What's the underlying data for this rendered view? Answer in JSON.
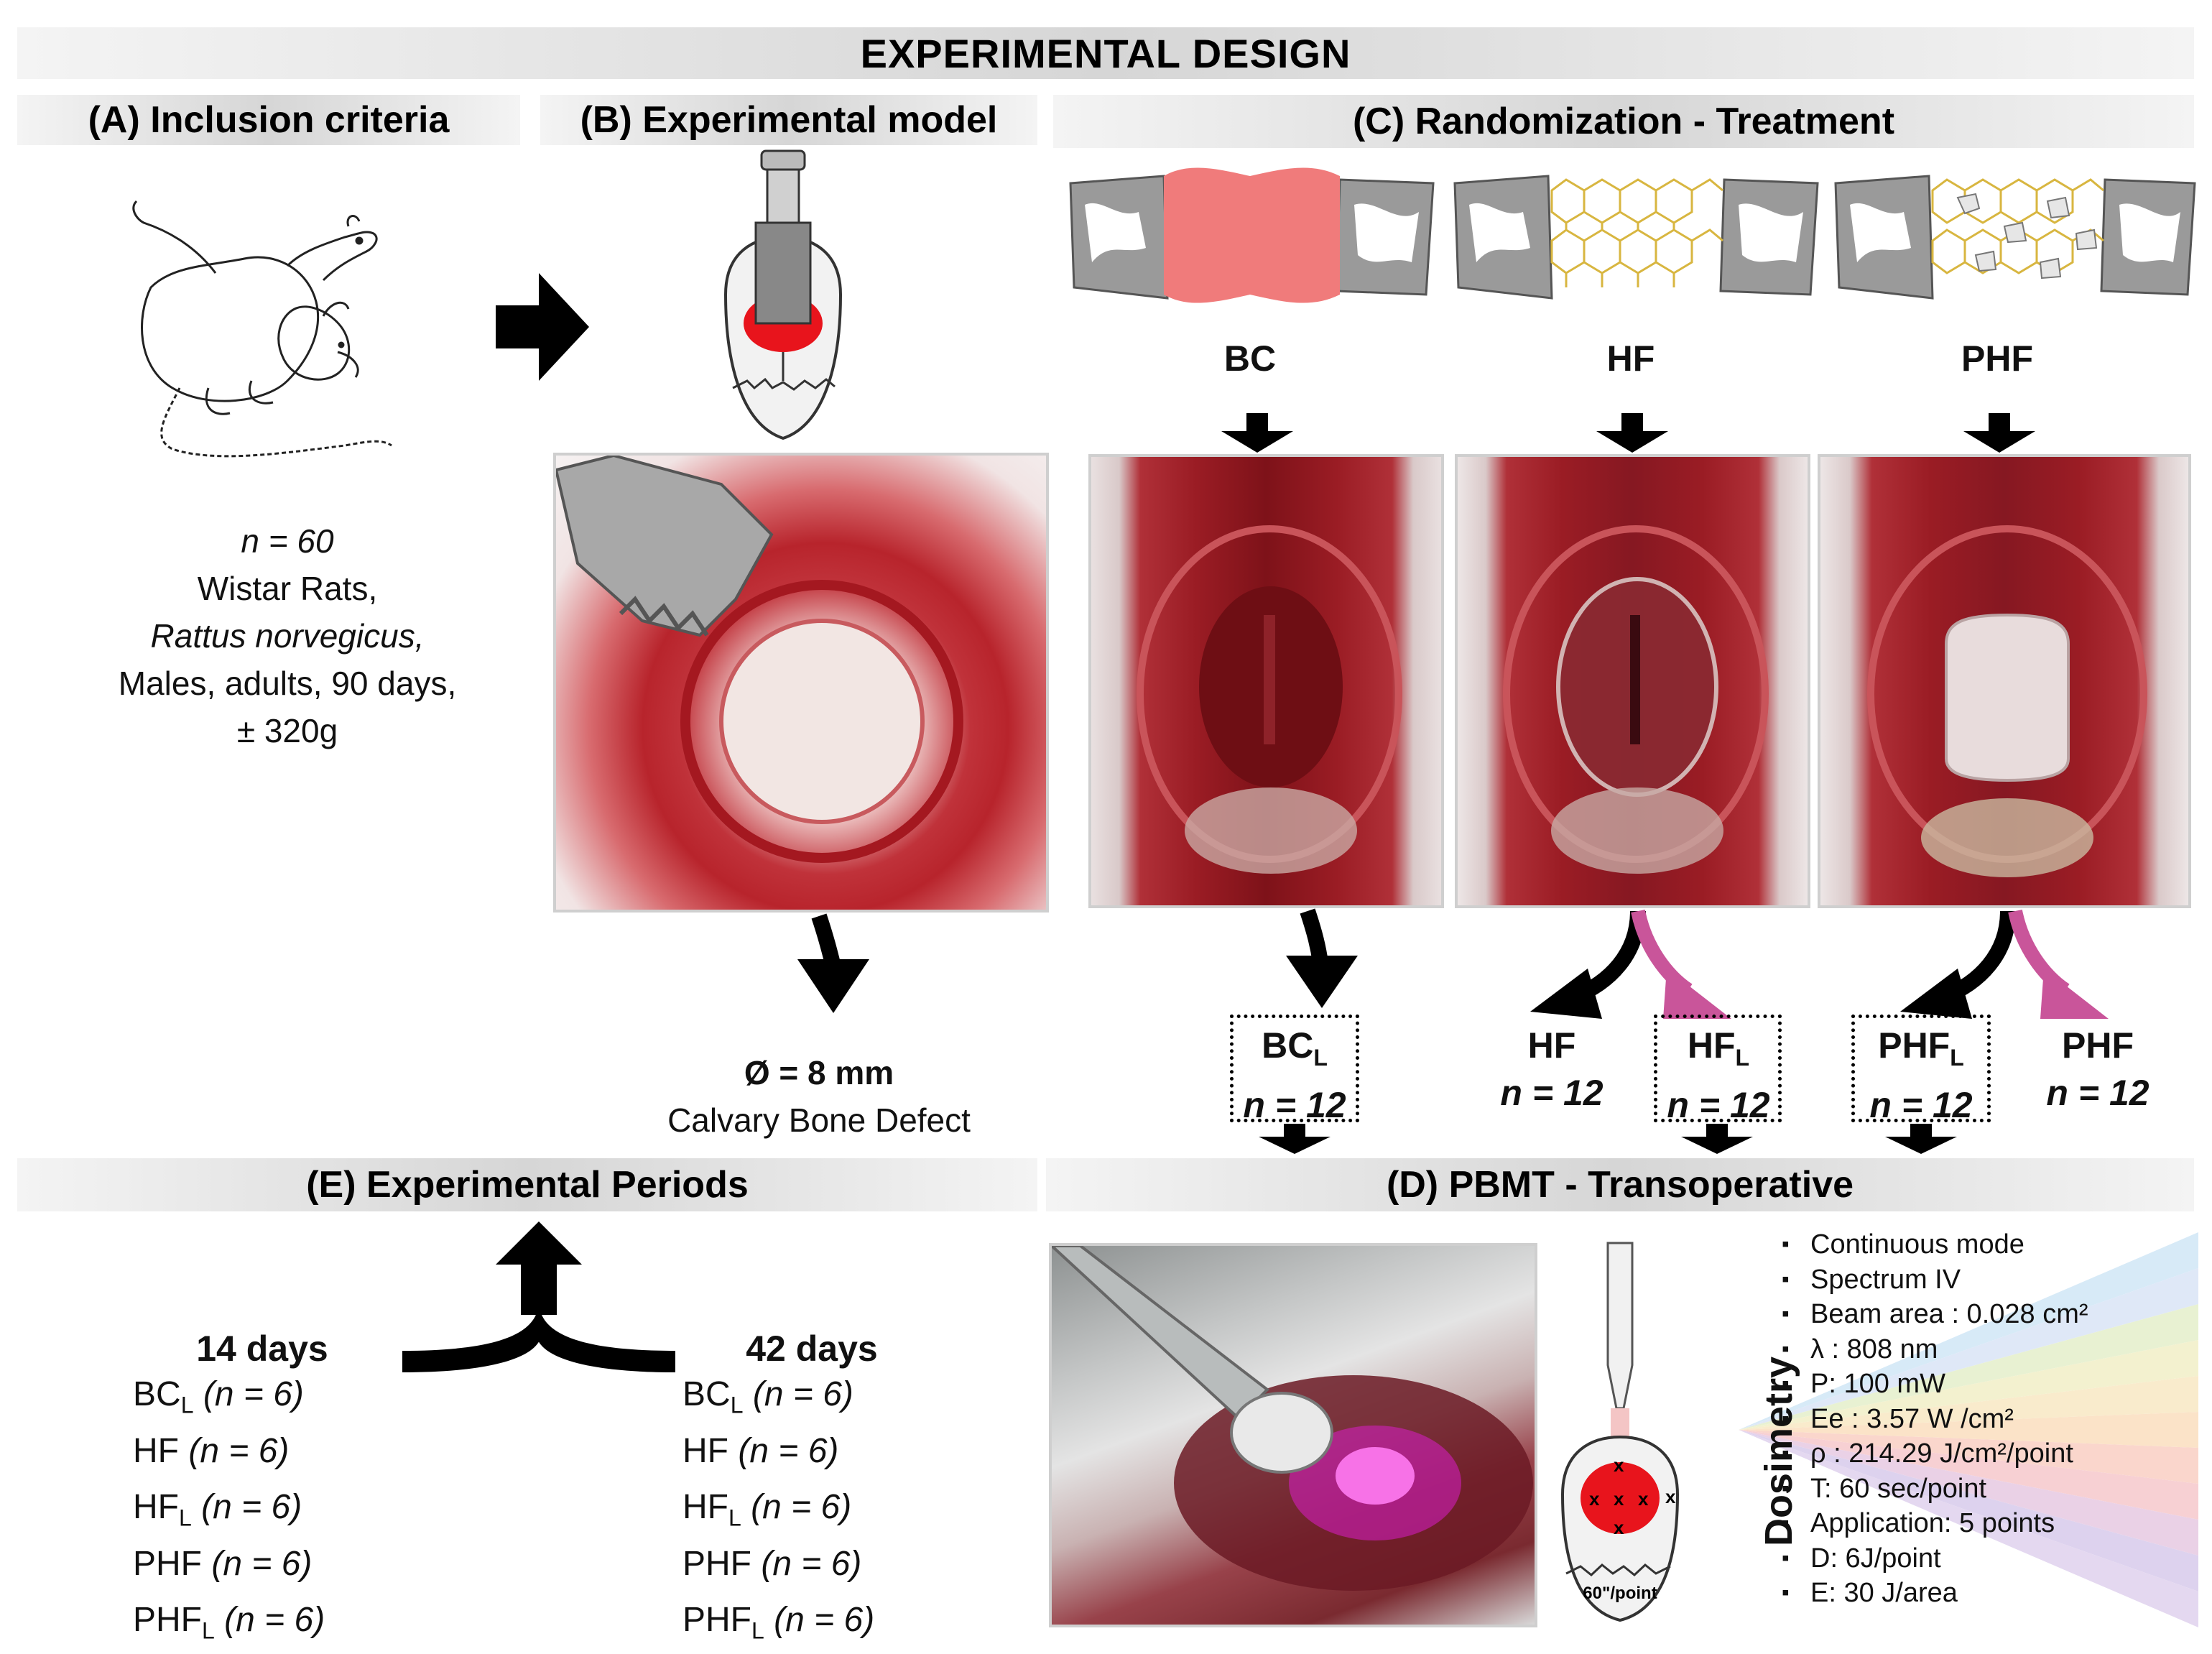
{
  "title": "EXPERIMENTAL DESIGN",
  "sections": {
    "a": "(A) Inclusion criteria",
    "b": "(B) Experimental model",
    "c": "(C) Randomization - Treatment",
    "d": "(D) PBMT - Transoperative",
    "e": "(E) Experimental Periods"
  },
  "inclusion": {
    "n": "n = 60",
    "line1": "Wistar Rats,",
    "line2": "Rattus norvegicus,",
    "line3": "Males, adults, 90 days,",
    "line4": "± 320g"
  },
  "defect": {
    "size": "Ø = 8 mm",
    "label": "Calvary Bone Defect"
  },
  "groups": [
    "BC",
    "HF",
    "PHF"
  ],
  "subgroups": {
    "bcl": {
      "name": "BC",
      "sub": "L",
      "n": "n = 12"
    },
    "hf": {
      "name": "HF",
      "n": "n = 12"
    },
    "hfl": {
      "name": "HF",
      "sub": "L",
      "n": "n = 12"
    },
    "phfl": {
      "name": "PHF",
      "sub": "L",
      "n": "n = 12"
    },
    "phf": {
      "name": "PHF",
      "n": "n = 12"
    }
  },
  "periods": {
    "p14": {
      "title": "14 days",
      "items": [
        {
          "name": "BC",
          "sub": "L",
          "n": "(n = 6)"
        },
        {
          "name": "HF",
          "sub": "",
          "n": "(n = 6)"
        },
        {
          "name": "HF",
          "sub": "L",
          "n": "(n = 6)"
        },
        {
          "name": "PHF",
          "sub": "",
          "n": "(n = 6)"
        },
        {
          "name": "PHF",
          "sub": "L",
          "n": "(n = 6)"
        }
      ]
    },
    "p42": {
      "title": "42 days",
      "items": [
        {
          "name": "BC",
          "sub": "L",
          "n": "(n = 6)"
        },
        {
          "name": "HF",
          "sub": "",
          "n": "(n = 6)"
        },
        {
          "name": "HF",
          "sub": "L",
          "n": "(n = 6)"
        },
        {
          "name": "PHF",
          "sub": "",
          "n": "(n = 6)"
        },
        {
          "name": "PHF",
          "sub": "L",
          "n": "(n = 6)"
        }
      ]
    }
  },
  "dosimetry": {
    "label": "Dosimetry",
    "items": [
      "Continuous mode",
      "Spectrum IV",
      "Beam area : 0.028 cm²",
      "λ : 808 nm",
      "P: 100 mW",
      "Ee : 3.57 W /cm²",
      "ρ : 214.29 J/cm²/point",
      "T: 60 sec/point",
      "Application: 5 points",
      "D: 6J/point",
      "E: 30 J/area"
    ],
    "skull_label": "60\"/point",
    "point_marker": "x"
  },
  "colors": {
    "header": "#d6d6d6",
    "laser_red": "#e8141c",
    "laser_arrow": "#c9559a",
    "membrane": "#f07b7b",
    "tissue": "#a51c22",
    "laser_glow": "#d81ec8"
  },
  "icons": [
    "rat-illustration",
    "laser-device-icon",
    "skull-icon",
    "membrane-icon",
    "hexagon-mesh-icon"
  ]
}
